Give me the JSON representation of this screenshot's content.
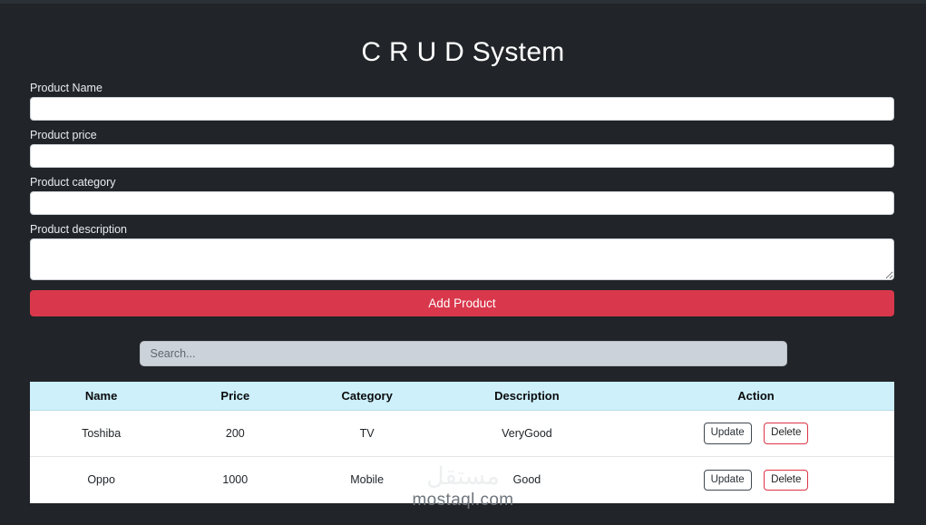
{
  "app": {
    "title": "C R U D System",
    "background_color": "#212529",
    "accent_color": "#d9384c"
  },
  "form": {
    "fields": [
      {
        "label": "Product Name",
        "value": "",
        "placeholder": "",
        "type": "text"
      },
      {
        "label": "Product price",
        "value": "",
        "placeholder": "",
        "type": "text"
      },
      {
        "label": "Product category",
        "value": "",
        "placeholder": "",
        "type": "text"
      },
      {
        "label": "Product description",
        "value": "",
        "placeholder": "",
        "type": "textarea"
      }
    ],
    "submit_label": "Add Product"
  },
  "search": {
    "value": "",
    "placeholder": "Search..."
  },
  "table": {
    "headers": [
      "Name",
      "Price",
      "Category",
      "Description",
      "Action"
    ],
    "rows": [
      {
        "name": "Toshiba",
        "price": "200",
        "category": "TV",
        "description": "VeryGood",
        "update_label": "Update",
        "delete_label": "Delete"
      },
      {
        "name": "Oppo",
        "price": "1000",
        "category": "Mobile",
        "description": "Good",
        "update_label": "Update",
        "delete_label": "Delete"
      }
    ]
  },
  "watermark": {
    "arabic": "مستقل",
    "latin": "mostaql.com"
  }
}
